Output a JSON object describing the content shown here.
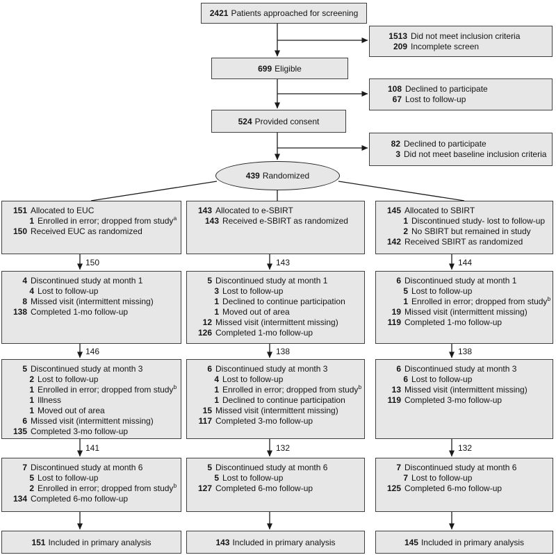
{
  "figure": "Participant flow diagram",
  "colors": {
    "box_fill": "#e7e7e7",
    "box_border": "#3e3e3e",
    "arrow": "#1a1a1a",
    "text": "#141414"
  },
  "screening_flow": {
    "approached": {
      "n": "2421",
      "text": "Patients approached for screening"
    },
    "excluded_screening": {
      "lines": [
        {
          "n": "1513",
          "text": "Did not meet inclusion criteria",
          "indent": 0
        },
        {
          "n": "209",
          "text": "Incomplete screen",
          "indent": 0
        }
      ]
    },
    "eligible": {
      "n": "699",
      "text": "Eligible"
    },
    "excluded_eligible": {
      "lines": [
        {
          "n": "108",
          "text": "Declined to participate",
          "indent": 0
        },
        {
          "n": "67",
          "text": "Lost to follow-up",
          "indent": 0
        }
      ]
    },
    "consent": {
      "n": "524",
      "text": "Provided consent"
    },
    "excluded_consent": {
      "lines": [
        {
          "n": "82",
          "text": "Declined to participate",
          "indent": 0
        },
        {
          "n": "3",
          "text": "Did not meet baseline inclusion criteria",
          "indent": 0
        }
      ]
    },
    "randomized": {
      "n": "439",
      "text": "Randomized"
    }
  },
  "arms": [
    {
      "name": "EUC",
      "allocated": {
        "lines": [
          {
            "n": "151",
            "text": "Allocated to EUC",
            "indent": 0
          },
          {
            "n": "1",
            "text": "Enrolled in error; dropped from study",
            "sup": "a",
            "indent": 1
          },
          {
            "n": "150",
            "text": "Received EUC as randomized",
            "indent": 0
          }
        ]
      },
      "flow_to_month1": "150",
      "month1": {
        "lines": [
          {
            "n": "4",
            "text": "Discontinued study at month 1",
            "indent": 0
          },
          {
            "n": "4",
            "text": "Lost to follow-up",
            "indent": 1
          },
          {
            "n": "8",
            "text": "Missed visit (intermittent missing)",
            "indent": 0
          },
          {
            "n": "138",
            "text": "Completed 1-mo follow-up",
            "indent": 0
          }
        ]
      },
      "flow_to_month3": "146",
      "month3": {
        "lines": [
          {
            "n": "5",
            "text": "Discontinued study at month 3",
            "indent": 0
          },
          {
            "n": "2",
            "text": "Lost to follow-up",
            "indent": 1
          },
          {
            "n": "1",
            "text": "Enrolled in error; dropped from study",
            "sup": "b",
            "indent": 1
          },
          {
            "n": "1",
            "text": "Illness",
            "indent": 1
          },
          {
            "n": "1",
            "text": "Moved out of area",
            "indent": 1
          },
          {
            "n": "6",
            "text": "Missed visit (intermittent missing)",
            "indent": 0
          },
          {
            "n": "135",
            "text": "Completed 3-mo follow-up",
            "indent": 0
          }
        ]
      },
      "flow_to_month6": "141",
      "month6": {
        "lines": [
          {
            "n": "7",
            "text": "Discontinued study at month 6",
            "indent": 0
          },
          {
            "n": "5",
            "text": "Lost to follow-up",
            "indent": 1
          },
          {
            "n": "2",
            "text": "Enrolled in error; dropped from study",
            "sup": "b",
            "indent": 1
          },
          {
            "n": "134",
            "text": "Completed 6-mo follow-up",
            "indent": 0
          }
        ]
      },
      "primary_analysis": {
        "n": "151",
        "text": "Included in primary analysis"
      }
    },
    {
      "name": "e-SBIRT",
      "allocated": {
        "lines": [
          {
            "n": "143",
            "text": "Allocated to e-SBIRT",
            "indent": 0
          },
          {
            "n": "143",
            "text": "Received e-SBIRT as randomized",
            "indent": 1
          }
        ]
      },
      "flow_to_month1": "143",
      "month1": {
        "lines": [
          {
            "n": "5",
            "text": "Discontinued study at month 1",
            "indent": 0
          },
          {
            "n": "3",
            "text": "Lost to follow-up",
            "indent": 1
          },
          {
            "n": "1",
            "text": "Declined to continue participation",
            "indent": 1
          },
          {
            "n": "1",
            "text": "Moved out of area",
            "indent": 1
          },
          {
            "n": "12",
            "text": "Missed visit (intermittent missing)",
            "indent": 0
          },
          {
            "n": "126",
            "text": "Completed 1-mo follow-up",
            "indent": 0
          }
        ]
      },
      "flow_to_month3": "138",
      "month3": {
        "lines": [
          {
            "n": "6",
            "text": "Discontinued study at month 3",
            "indent": 0
          },
          {
            "n": "4",
            "text": "Lost to follow-up",
            "indent": 1
          },
          {
            "n": "1",
            "text": "Enrolled in error; dropped from study",
            "sup": "b",
            "indent": 1
          },
          {
            "n": "1",
            "text": "Declined to continue participation",
            "indent": 1
          },
          {
            "n": "15",
            "text": "Missed visit (intermittent missing)",
            "indent": 0
          },
          {
            "n": "117",
            "text": "Completed 3-mo follow-up",
            "indent": 0
          }
        ]
      },
      "flow_to_month6": "132",
      "month6": {
        "lines": [
          {
            "n": "5",
            "text": "Discontinued study at month 6",
            "indent": 0
          },
          {
            "n": "5",
            "text": "Lost to follow-up",
            "indent": 1
          },
          {
            "n": "127",
            "text": "Completed 6-mo follow-up",
            "indent": 0
          }
        ]
      },
      "primary_analysis": {
        "n": "143",
        "text": "Included in primary analysis"
      }
    },
    {
      "name": "SBIRT",
      "allocated": {
        "lines": [
          {
            "n": "145",
            "text": "Allocated to SBIRT",
            "indent": 0
          },
          {
            "n": "1",
            "text": "Discontinued study- lost to follow-up",
            "indent": 1
          },
          {
            "n": "2",
            "text": "No SBIRT but remained in study",
            "indent": 1
          },
          {
            "n": "142",
            "text": "Received SBIRT as randomized",
            "indent": 0
          }
        ]
      },
      "flow_to_month1": "144",
      "month1": {
        "lines": [
          {
            "n": "6",
            "text": "Discontinued study at month 1",
            "indent": 0
          },
          {
            "n": "5",
            "text": "Lost to follow-up",
            "indent": 1
          },
          {
            "n": "1",
            "text": "Enrolled in error; dropped from study",
            "sup": "b",
            "indent": 1
          },
          {
            "n": "19",
            "text": "Missed visit (intermittent missing)",
            "indent": 0
          },
          {
            "n": "119",
            "text": "Completed 1-mo follow-up",
            "indent": 0
          }
        ]
      },
      "flow_to_month3": "138",
      "month3": {
        "lines": [
          {
            "n": "6",
            "text": "Discontinued study at month 3",
            "indent": 0
          },
          {
            "n": "6",
            "text": "Lost to follow-up",
            "indent": 1
          },
          {
            "n": "13",
            "text": "Missed visit (intermittent missing)",
            "indent": 0
          },
          {
            "n": "119",
            "text": "Completed 3-mo follow-up",
            "indent": 0
          }
        ]
      },
      "flow_to_month6": "132",
      "month6": {
        "lines": [
          {
            "n": "7",
            "text": "Discontinued study at month 6",
            "indent": 0
          },
          {
            "n": "7",
            "text": "Lost to follow-up",
            "indent": 1
          },
          {
            "n": "125",
            "text": "Completed 6-mo follow-up",
            "indent": 0
          }
        ]
      },
      "primary_analysis": {
        "n": "145",
        "text": "Included in primary analysis"
      }
    }
  ]
}
